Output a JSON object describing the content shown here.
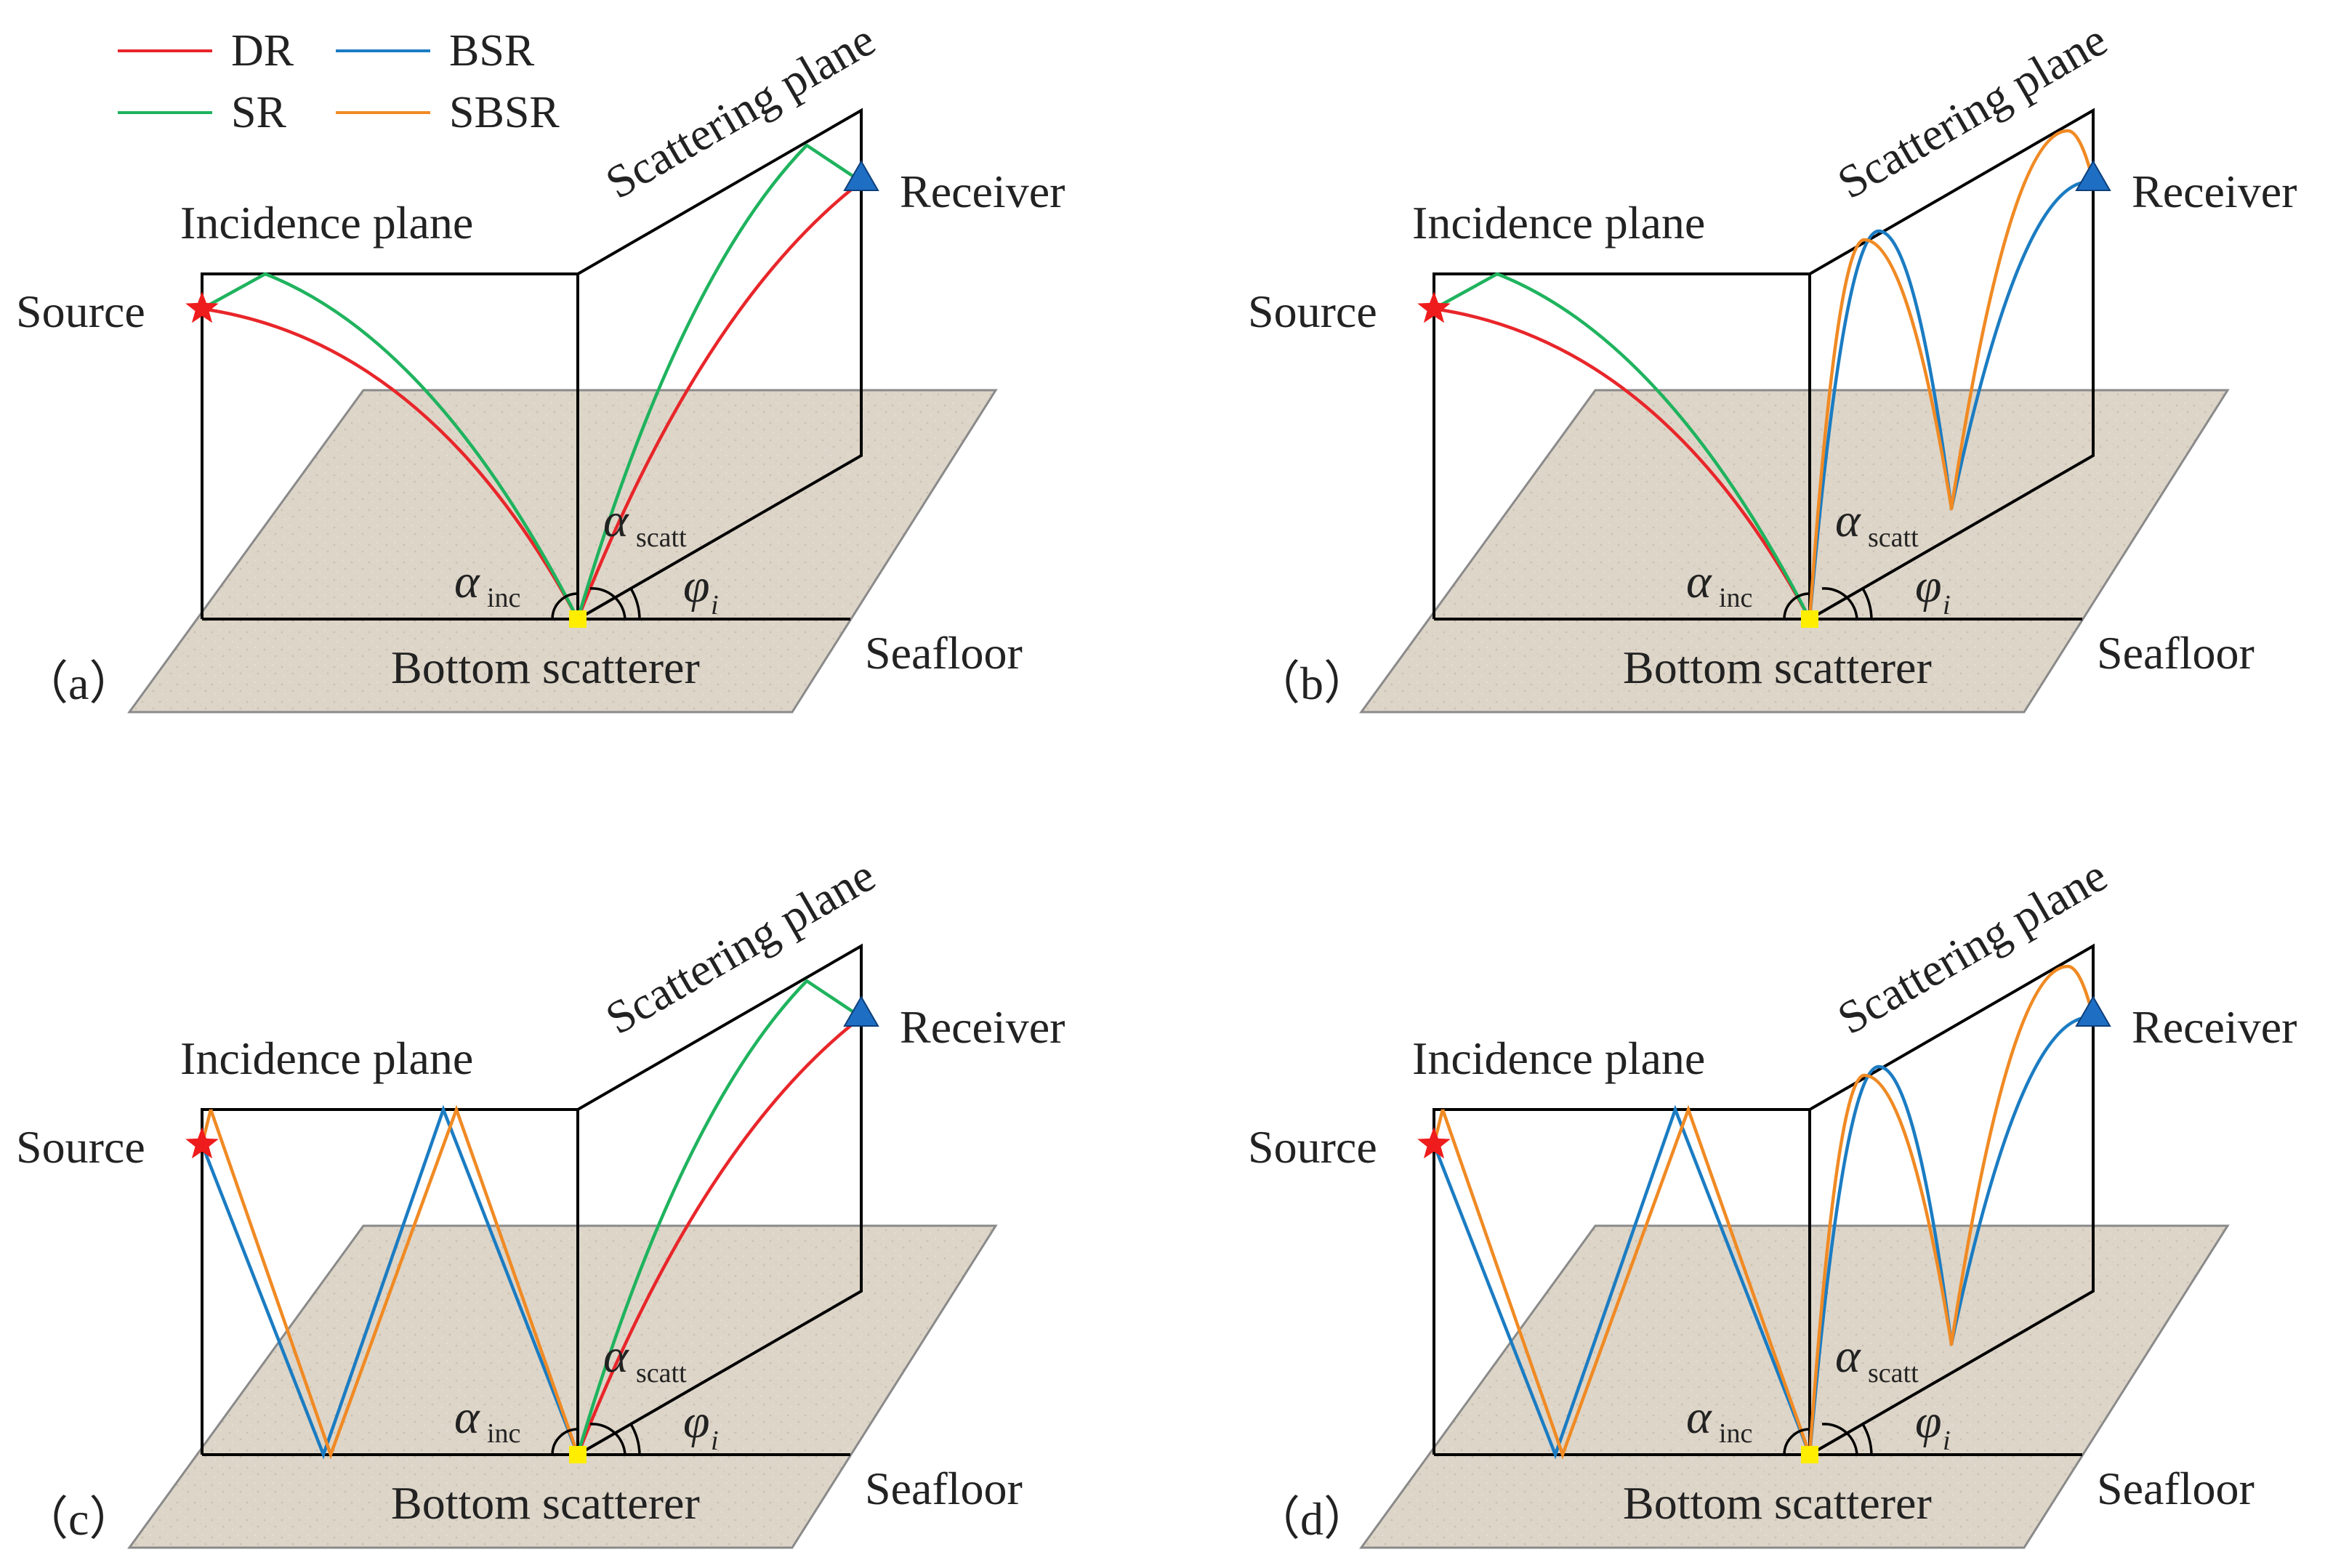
{
  "legend": {
    "items": [
      {
        "label": "DR",
        "color": "#e8262a"
      },
      {
        "label": "BSR",
        "color": "#1b7cc2"
      },
      {
        "label": "SR",
        "color": "#1fb35e"
      },
      {
        "label": "SBSR",
        "color": "#f08a24"
      }
    ]
  },
  "labels": {
    "incidence_plane": "Incidence plane",
    "scattering_plane": "Scattering plane",
    "source": "Source",
    "receiver": "Receiver",
    "bottom_scatterer": "Bottom scatterer",
    "seafloor": "Seafloor",
    "alpha": "α",
    "alpha_inc_sub": "inc",
    "alpha_scatt_sub": "scatt",
    "phi": "φ",
    "phi_sub": "i"
  },
  "panels": [
    {
      "tag": "（a）",
      "incidence_paths": [
        "DR",
        "SR"
      ],
      "scattering_paths": [
        "DR",
        "SR"
      ]
    },
    {
      "tag": "（b）",
      "incidence_paths": [
        "DR",
        "SR"
      ],
      "scattering_paths": [
        "BSR",
        "SBSR"
      ]
    },
    {
      "tag": "（c）",
      "incidence_paths": [
        "BSR",
        "SBSR"
      ],
      "scattering_paths": [
        "DR",
        "SR"
      ]
    },
    {
      "tag": "（d）",
      "incidence_paths": [
        "BSR",
        "SBSR"
      ],
      "scattering_paths": [
        "BSR",
        "SBSR"
      ]
    }
  ],
  "colors": {
    "DR": "#e8262a",
    "SR": "#1fb35e",
    "BSR": "#1b7cc2",
    "SBSR": "#f08a24",
    "seafloor_fill": "#ddd5c8",
    "seafloor_edge": "#8a8a8a",
    "source": "#ee1c1c",
    "receiver": "#1e6fc4",
    "scatterer": "#ffee00",
    "frame": "#000000"
  }
}
